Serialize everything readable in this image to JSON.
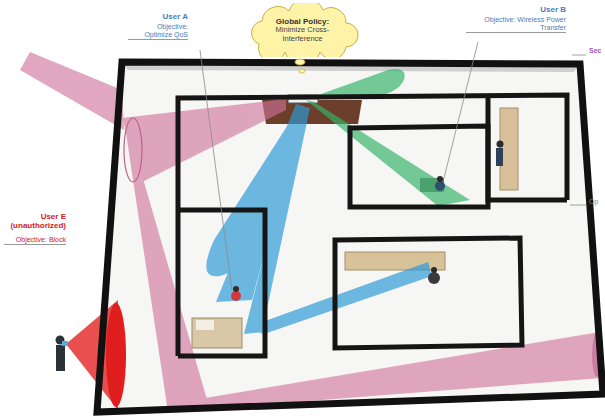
{
  "diagram": {
    "nodes": [
      {
        "text": [
          "Global Policy:",
          "Minimize Cross-Interference"
        ]
      }
    ],
    "labels": [
      "User A",
      "Objective: Optimize QoS",
      "User B",
      "Objective: Wireless Power Transfer",
      "User E (unauthorized)",
      "Objective: Block",
      "Sec",
      "Op"
    ]
  }
}
